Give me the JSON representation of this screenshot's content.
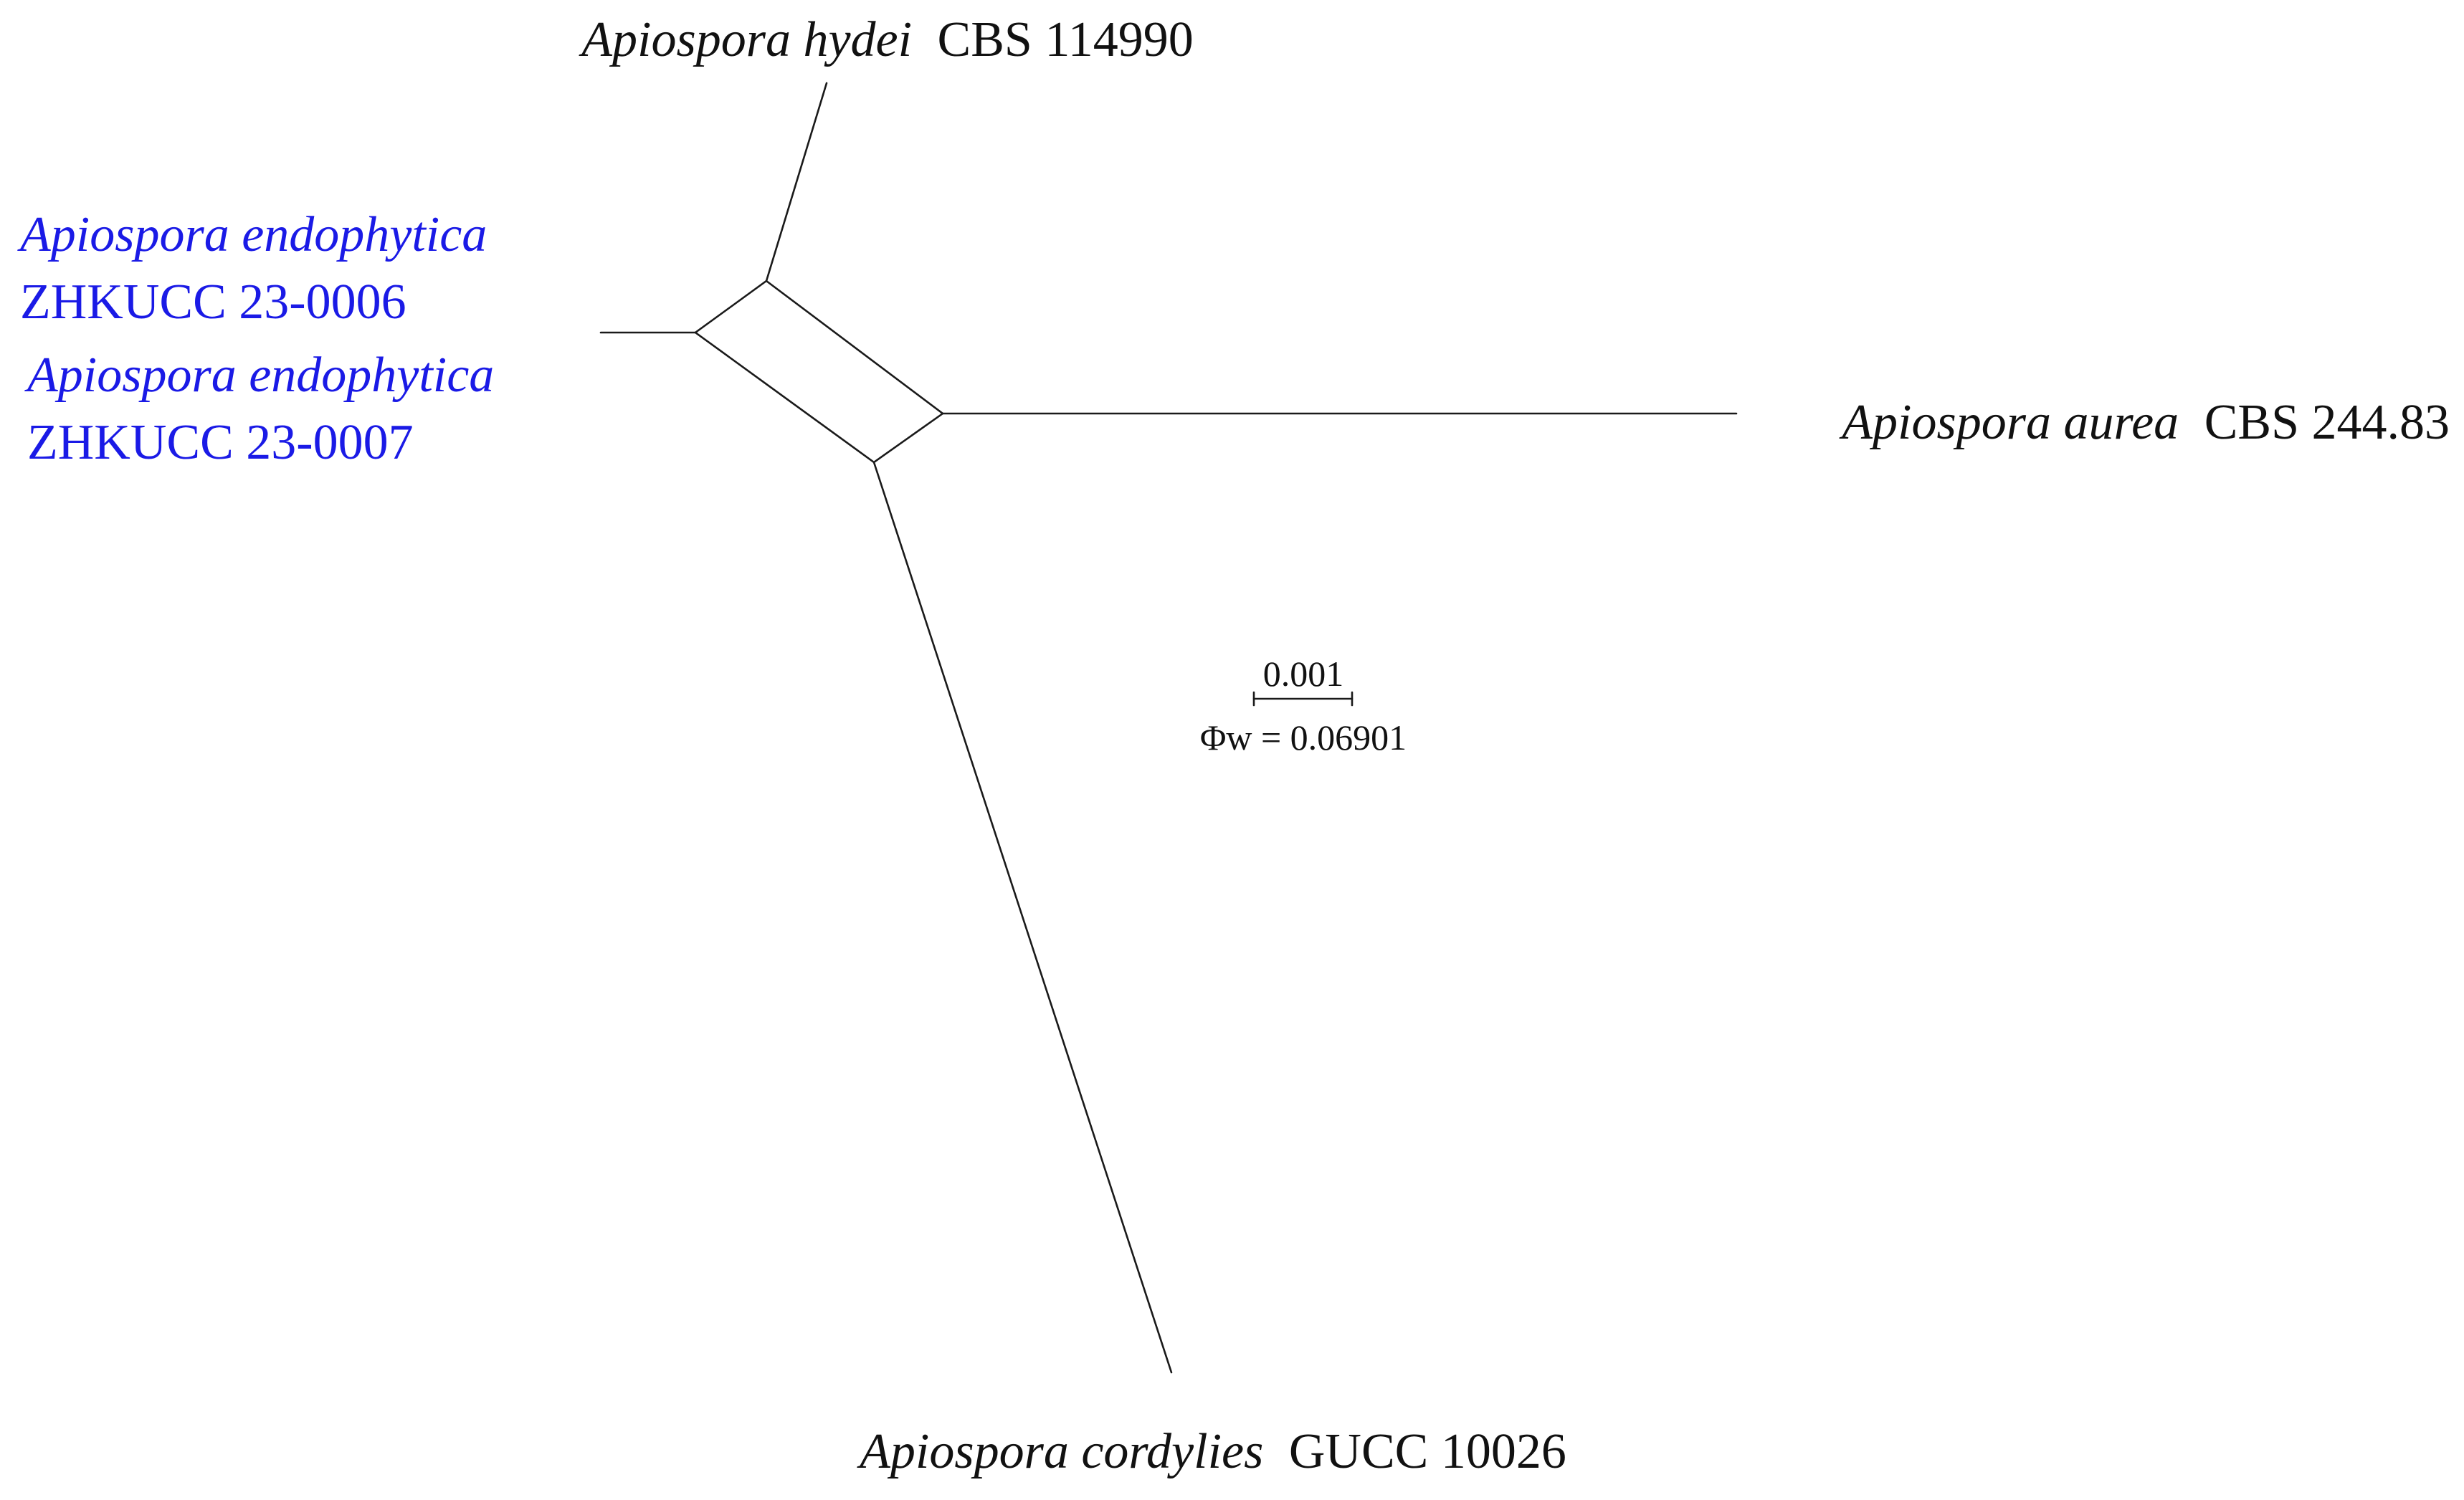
{
  "colors": {
    "highlight": "#1a1ae6",
    "normal": "#111111",
    "edges": "#1a1a1a"
  },
  "taxa": {
    "hydei": {
      "genus_species": "Apiospora hydei",
      "strain": "CBS 114990"
    },
    "endo1": {
      "genus_species": "Apiospora endophytica",
      "strain": "ZHKUCC 23-0006"
    },
    "endo2": {
      "genus_species": "Apiospora endophytica",
      "strain": "ZHKUCC 23-0007"
    },
    "aurea": {
      "genus_species": "Apiospora aurea",
      "strain": "CBS 244.83"
    },
    "cordylies": {
      "genus_species": "Apiospora cordylies",
      "strain": "GUCC 10026"
    }
  },
  "scale_bar": {
    "value": "0.001",
    "phi_label": "Φw = 0.06901"
  }
}
